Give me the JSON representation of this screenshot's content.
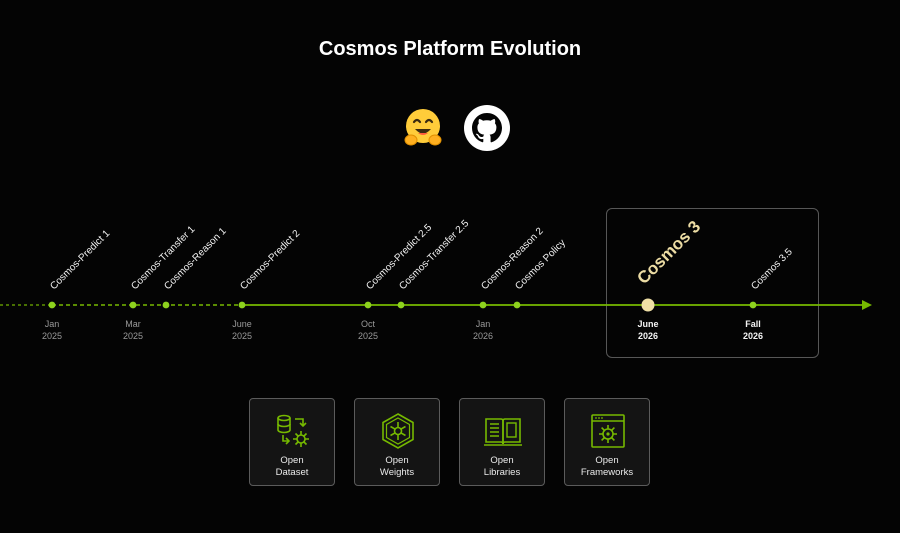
{
  "title": "Cosmos Platform Evolution",
  "logos": [
    {
      "name": "hugging-face",
      "icon": "hugging-face-icon"
    },
    {
      "name": "github",
      "icon": "github-icon"
    }
  ],
  "colors": {
    "background": "#040404",
    "line_green": "#76b900",
    "dot_green": "#8ed21e",
    "highlight_dot": "#efdfa6",
    "highlight_text": "#ecdca4",
    "card_border": "#5b5b5b"
  },
  "timeline": {
    "milestones": [
      {
        "label": "Cosmos-Predict 1",
        "date": "Jan 2025"
      },
      {
        "label": "Cosmos-Transfer 1",
        "date": "Mar 2025"
      },
      {
        "label": "Cosmos-Reason 1",
        "date": ""
      },
      {
        "label": "Cosmos-Predict 2",
        "date": "June 2025"
      },
      {
        "label": "Cosmos-Predict 2.5",
        "date": "Oct 2025"
      },
      {
        "label": "Cosmos-Transfer 2.5",
        "date": ""
      },
      {
        "label": "Cosmos-Reason 2",
        "date": "Jan 2026"
      },
      {
        "label": "Cosmos Policy",
        "date": ""
      },
      {
        "label": "Cosmos 3",
        "date": "June 2026",
        "highlight": true
      },
      {
        "label": "Cosmos 3.5",
        "date": "Fall 2026"
      }
    ]
  },
  "cards": [
    {
      "label": "Open\nDataset",
      "icon": "dataset-icon"
    },
    {
      "label": "Open\nWeights",
      "icon": "weights-icon"
    },
    {
      "label": "Open\nLibraries",
      "icon": "book-icon"
    },
    {
      "label": "Open\nFrameworks",
      "icon": "framework-icon"
    }
  ]
}
